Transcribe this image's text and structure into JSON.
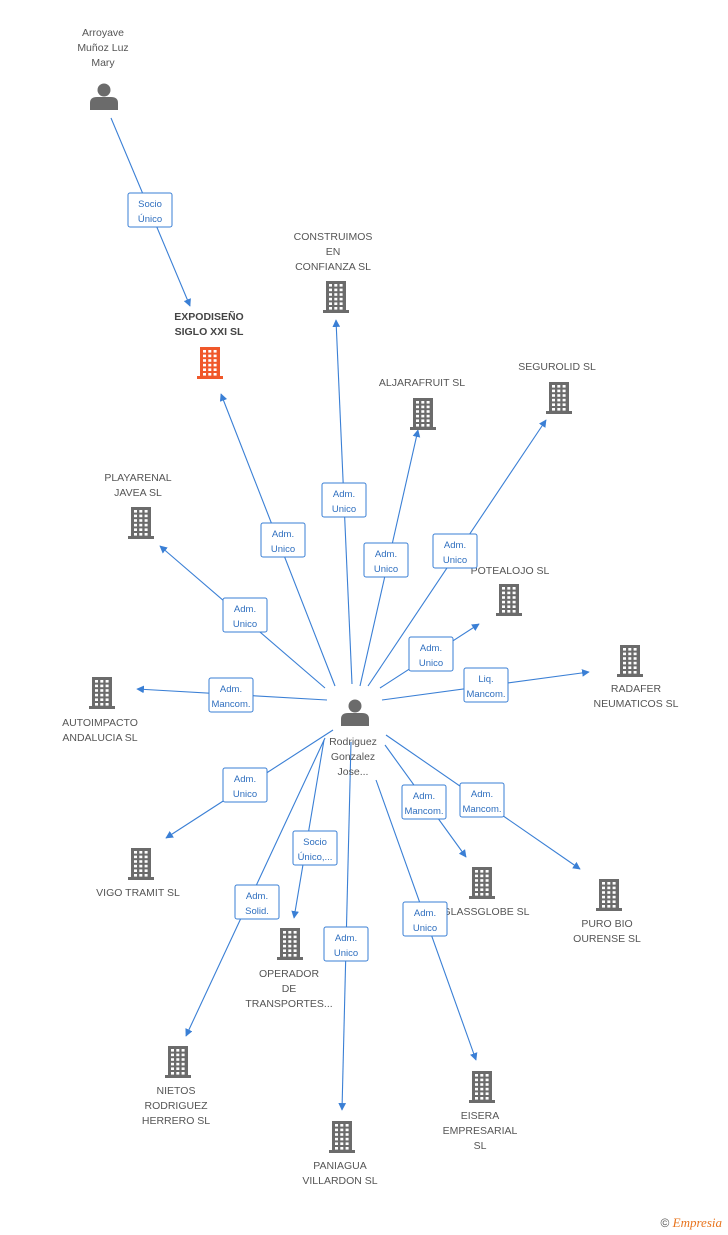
{
  "colors": {
    "edge": "#3a7fd5",
    "building": "#6b6b6b",
    "focus_building": "#f0582a",
    "person": "#6b6b6b"
  },
  "center": {
    "name_lines": [
      "Rodriguez",
      "Gonzalez",
      "Jose..."
    ],
    "icon": "person-icon"
  },
  "nodes": [
    {
      "id": "arroyave",
      "kind": "person",
      "lines": [
        "Arroyave",
        "Muñoz Luz",
        "Mary"
      ]
    },
    {
      "id": "expodiseno",
      "kind": "company",
      "focus": true,
      "lines": [
        "EXPODISEÑO",
        "SIGLO XXI SL"
      ]
    },
    {
      "id": "construimos",
      "kind": "company",
      "lines": [
        "CONSTRUIMOS",
        "EN",
        "CONFIANZA SL"
      ]
    },
    {
      "id": "aljarafruit",
      "kind": "company",
      "lines": [
        "ALJARAFRUIT SL"
      ]
    },
    {
      "id": "segurolid",
      "kind": "company",
      "lines": [
        "SEGUROLID SL"
      ]
    },
    {
      "id": "playarenal",
      "kind": "company",
      "lines": [
        "PLAYARENAL",
        "JAVEA SL"
      ]
    },
    {
      "id": "potealojo",
      "kind": "company",
      "lines": [
        "POTEALOJO  SL"
      ]
    },
    {
      "id": "radafer",
      "kind": "company",
      "lines": [
        "RADAFER",
        "NEUMATICOS SL"
      ]
    },
    {
      "id": "autoimpacto",
      "kind": "company",
      "lines": [
        "AUTOIMPACTO",
        "ANDALUCIA SL"
      ]
    },
    {
      "id": "vigo",
      "kind": "company",
      "lines": [
        "VIGO TRAMIT SL"
      ]
    },
    {
      "id": "glassglobe",
      "kind": "company",
      "lines": [
        "GLASSGLOBE SL"
      ]
    },
    {
      "id": "purobio",
      "kind": "company",
      "lines": [
        "PURO BIO",
        "OURENSE  SL"
      ]
    },
    {
      "id": "operador",
      "kind": "company",
      "lines": [
        "OPERADOR",
        "DE",
        "TRANSPORTES..."
      ]
    },
    {
      "id": "nietos",
      "kind": "company",
      "lines": [
        "NIETOS",
        "RODRIGUEZ",
        "HERRERO SL"
      ]
    },
    {
      "id": "eisera",
      "kind": "company",
      "lines": [
        "EISERA",
        "EMPRESARIAL",
        "SL"
      ]
    },
    {
      "id": "paniagua",
      "kind": "company",
      "lines": [
        "PANIAGUA",
        "VILLARDON SL"
      ]
    }
  ],
  "edges": [
    {
      "from": "arroyave",
      "to": "expodiseno",
      "label": [
        "Socio",
        "Único"
      ]
    },
    {
      "from": "center",
      "to": "expodiseno",
      "label": [
        "Adm.",
        "Unico"
      ]
    },
    {
      "from": "center",
      "to": "construimos",
      "label": [
        "Adm.",
        "Unico"
      ]
    },
    {
      "from": "center",
      "to": "aljarafruit",
      "label": [
        "Adm.",
        "Unico"
      ]
    },
    {
      "from": "center",
      "to": "segurolid",
      "label": [
        "Adm.",
        "Unico"
      ]
    },
    {
      "from": "center",
      "to": "playarenal",
      "label": [
        "Adm.",
        "Unico"
      ]
    },
    {
      "from": "center",
      "to": "potealojo",
      "label": [
        "Adm.",
        "Unico"
      ]
    },
    {
      "from": "center",
      "to": "radafer",
      "label": [
        "Liq.",
        "Mancom."
      ]
    },
    {
      "from": "center",
      "to": "autoimpacto",
      "label": [
        "Adm.",
        "Mancom."
      ]
    },
    {
      "from": "center",
      "to": "vigo",
      "label": [
        "Adm.",
        "Unico"
      ]
    },
    {
      "from": "center",
      "to": "glassglobe",
      "label": [
        "Adm.",
        "Mancom."
      ]
    },
    {
      "from": "center",
      "to": "purobio",
      "label": [
        "Adm.",
        "Mancom."
      ]
    },
    {
      "from": "center",
      "to": "operador",
      "label": [
        "Socio",
        "Único,..."
      ]
    },
    {
      "from": "center",
      "to": "nietos",
      "label": [
        "Adm.",
        "Solid."
      ]
    },
    {
      "from": "center",
      "to": "paniagua",
      "label": [
        "Adm.",
        "Unico"
      ]
    },
    {
      "from": "center",
      "to": "eisera",
      "label": [
        "Adm.",
        "Unico"
      ]
    }
  ],
  "footer": {
    "copyright": "©",
    "brand": "Empresia"
  }
}
